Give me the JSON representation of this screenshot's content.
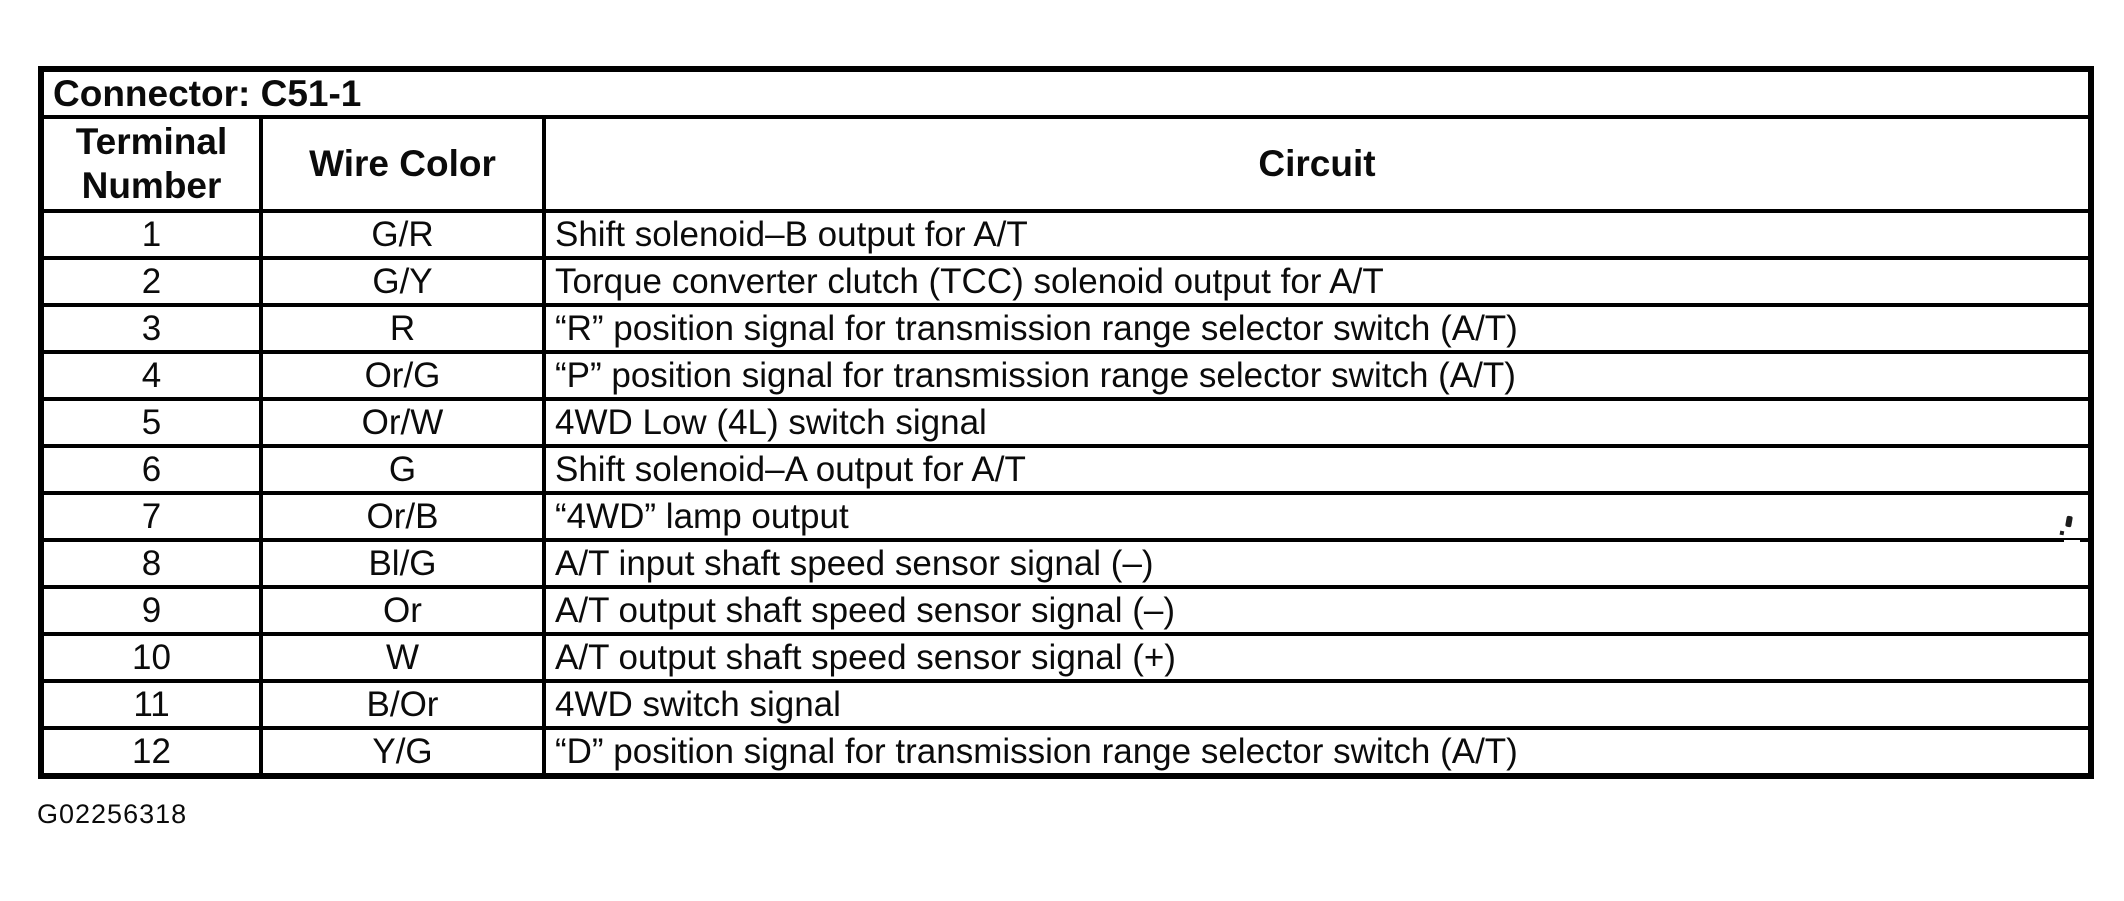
{
  "table": {
    "connector_label": "Connector: C51-1",
    "columns": [
      "Terminal Number",
      "Wire Color",
      "Circuit"
    ],
    "rows": [
      {
        "terminal": "1",
        "wire_color": "G/R",
        "circuit": "Shift solenoid–B output for A/T"
      },
      {
        "terminal": "2",
        "wire_color": "G/Y",
        "circuit": "Torque converter clutch (TCC) solenoid output for A/T"
      },
      {
        "terminal": "3",
        "wire_color": "R",
        "circuit": "“R” position signal for transmission range selector switch (A/T)"
      },
      {
        "terminal": "4",
        "wire_color": "Or/G",
        "circuit": "“P” position signal for transmission range selector switch (A/T)"
      },
      {
        "terminal": "5",
        "wire_color": "Or/W",
        "circuit": "4WD Low (4L) switch signal"
      },
      {
        "terminal": "6",
        "wire_color": "G",
        "circuit": "Shift solenoid–A output for A/T"
      },
      {
        "terminal": "7",
        "wire_color": "Or/B",
        "circuit": "“4WD” lamp output"
      },
      {
        "terminal": "8",
        "wire_color": "Bl/G",
        "circuit": "A/T input shaft speed sensor signal (–)"
      },
      {
        "terminal": "9",
        "wire_color": "Or",
        "circuit": "A/T output shaft speed sensor signal (–)"
      },
      {
        "terminal": "10",
        "wire_color": "W",
        "circuit": "A/T output shaft speed sensor signal (+)"
      },
      {
        "terminal": "11",
        "wire_color": "B/Or",
        "circuit": "4WD switch signal"
      },
      {
        "terminal": "12",
        "wire_color": "Y/G",
        "circuit": "“D” position signal for transmission range selector switch (A/T)"
      }
    ]
  },
  "footer": {
    "figure_id": "G02256318"
  }
}
